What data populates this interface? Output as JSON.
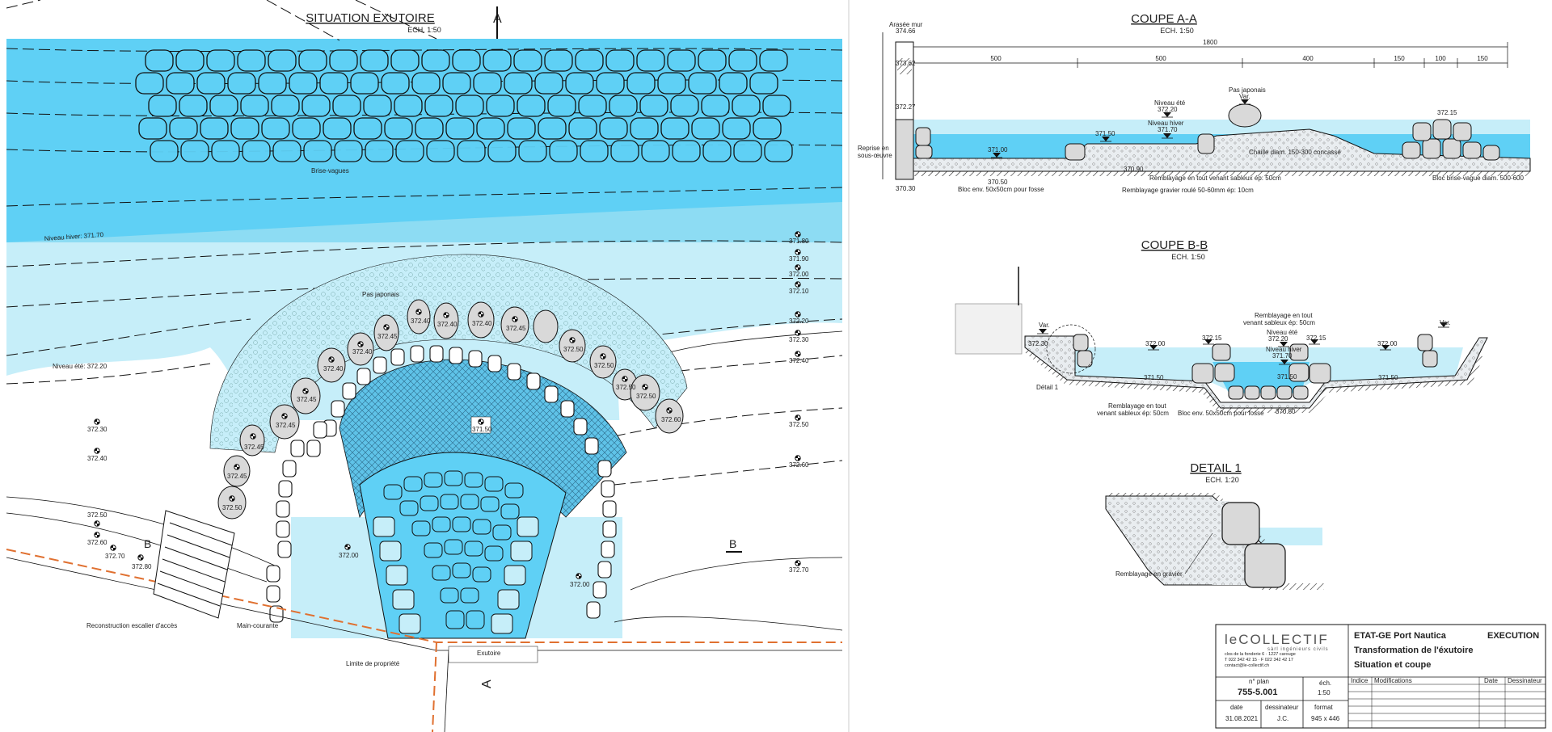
{
  "plan": {
    "title": "SITUATION EXUTOIRE",
    "scale": "ECH. 1:50",
    "section_a_marker": "A",
    "section_b_marker": "B",
    "labels": {
      "brise_vagues": "Brise-vagues",
      "niveau_hiver": "Niveau hiver: 371.70",
      "niveau_ete": "Niveau été: 372.20",
      "pas_japonais": "Pas japonais",
      "reconstruction_escalier": "Reconstruction escalier d'accès",
      "main_courante": "Main-courante",
      "exutoire": "Exutoire",
      "limite_propriete": "Limite de propriété"
    },
    "spot_levels_right": [
      "371.80",
      "371.90",
      "372.00",
      "372.10",
      "372.20",
      "372.30",
      "372.40",
      "372.50",
      "372.60",
      "372.70"
    ],
    "spot_levels_left": [
      "372.30",
      "372.40",
      "372.50",
      "372.60",
      "372.70",
      "372.80"
    ],
    "stone_levels": [
      "372.50",
      "372.45",
      "372.45",
      "372.45",
      "372.45",
      "372.40",
      "372.40",
      "372.45",
      "372.40",
      "372.40",
      "372.40",
      "372.45",
      "372.50",
      "372.50",
      "372.50",
      "372.50",
      "372.60"
    ],
    "center_level": "371.50",
    "lower_levels": [
      "372.00",
      "372.00"
    ]
  },
  "coupe_aa": {
    "title": "COUPE A-A",
    "scale": "ECH. 1:50",
    "arase_mur": "Arasée mur",
    "dims_total": "1800",
    "dims": [
      "500",
      "500",
      "400",
      "150",
      "100",
      "150"
    ],
    "levels": {
      "l37466": "374.66",
      "l37362": "373.62",
      "l37227": "372.27",
      "l37030": "370.30",
      "l37100": "371.00",
      "l37050": "370.50",
      "l37150": "371.50",
      "l37090": "370.90",
      "l37220": "372.20",
      "l37170": "371.70",
      "l37215": "372.15"
    },
    "labels": {
      "reprise": "Reprise en",
      "sous_oeuvre": "sous-œuvre",
      "niveau_ete": "Niveau été",
      "niveau_hiver": "Niveau hiver",
      "pas_japonais": "Pas japonais",
      "var": "Var.",
      "chaille": "Chaille diam. 150-300 concassé",
      "remblayage_sableux": "Remblayage en tout venant sableux ép: 50cm",
      "remblayage_gravier": "Remblayage gravier roulé 50-60mm ép: 10cm",
      "bloc": "Bloc env. 50x50cm pour fosse",
      "bloc_brise": "Bloc brise-vague diam. 500-600"
    }
  },
  "coupe_bb": {
    "title": "COUPE B-B",
    "scale": "ECH. 1:50",
    "levels": {
      "l37230": "372.30",
      "l37200": "372.00",
      "l37215": "372.15",
      "l37220": "372.20",
      "l37170": "371.70",
      "l37150": "371.50",
      "l37050": "370.50",
      "var": "Var."
    },
    "labels": {
      "remblayage_top1": "Remblayage en tout",
      "remblayage_top2": "venant sableux ép: 50cm",
      "niveau_ete": "Niveau été",
      "niveau_hiver": "Niveau hiver",
      "detail1": "Détail 1",
      "remblayage_b1": "Remblayage en tout",
      "remblayage_b2": "venant sableux ép: 50cm",
      "bloc": "Bloc env. 50x50cm pour fosse"
    }
  },
  "detail1": {
    "title": "DETAIL 1",
    "scale": "ECH. 1:20",
    "label": "Remblayage en gravier"
  },
  "title_block": {
    "logo": "leCOLLECTIF",
    "logo_sub": "sàrl ingénieurs civils",
    "address1": "clos de la fonderie 6 · 1227 carouge",
    "address2": "T 022 342 42 15 · F 022 342 42 17",
    "address3": "contact@le-collectif.ch",
    "project": "ETAT-GE Port Nautica",
    "status": "EXECUTION",
    "subject1": "Transformation de l'éxutoire",
    "subject2": "Situation et coupe",
    "plan_no_label": "n° plan",
    "plan_no": "755-5.001",
    "ech_label": "éch.",
    "ech": "1:50",
    "date_label": "date",
    "date": "31.08.2021",
    "dessinateur_label": "dessinateur",
    "dessinateur": "J.C.",
    "format_label": "format",
    "format": "945 x 446",
    "indice": "Indice",
    "modifications": "Modifications",
    "col_date": "Date",
    "col_dessinateur": "Dessinateur"
  },
  "colors": {
    "water_deep": "#5fd0f5",
    "water_light": "#c6eef9",
    "water_mid": "#a9e2f5",
    "stone": "#d9d9d9",
    "gravel": "#e9edf0",
    "property_line": "#e07030"
  }
}
